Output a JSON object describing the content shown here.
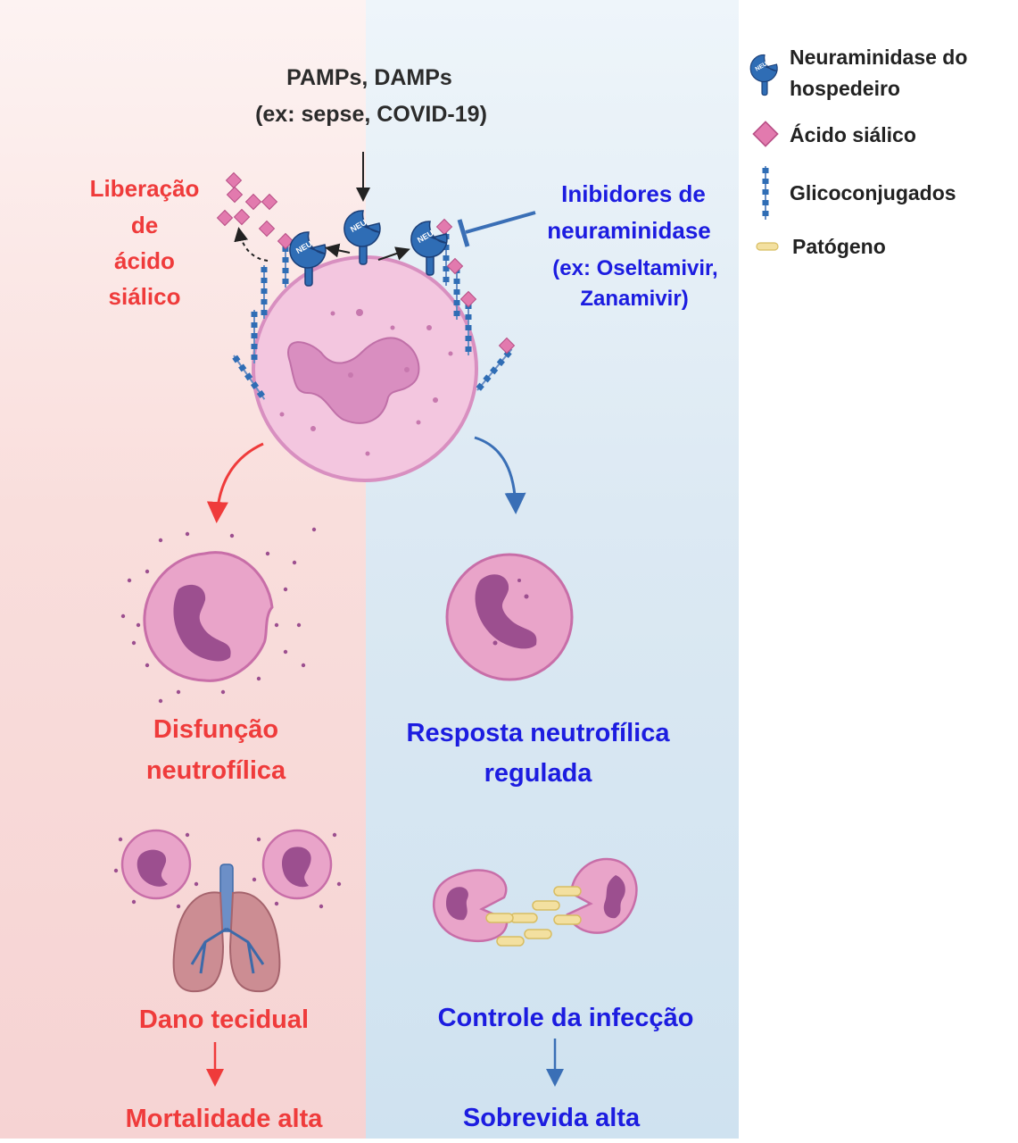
{
  "trigger": {
    "line1": "PAMPs, DAMPs",
    "line2": "(ex: sepse, COVID-19)"
  },
  "release": {
    "line1": "Liberação",
    "line2": "de",
    "line3": "ácido",
    "line4": "siálico"
  },
  "inhibitors": {
    "line1": "Inibidores de",
    "line2": "neuraminidase",
    "line3": "(ex: Oseltamivir,",
    "line4": "Zanamivir)"
  },
  "enzyme_tag": "NEU",
  "left": {
    "outcome1_line1": "Disfunção",
    "outcome1_line2": "neutrofílica",
    "outcome2": "Dano tecidual",
    "outcome3": "Mortalidade alta"
  },
  "right": {
    "outcome1_line1": "Resposta neutrofílica",
    "outcome1_line2": "regulada",
    "outcome2": "Controle da infecção",
    "outcome3": "Sobrevida alta"
  },
  "legend": {
    "neuraminidase_line1": "Neuraminidase do",
    "neuraminidase_line2": "hospedeiro",
    "sialic_acid": "Ácido siálico",
    "glycoconjugates": "Glicoconjugados",
    "pathogen": "Patógeno"
  },
  "colors": {
    "red": "#ef3b3b",
    "blue": "#1c1ce0",
    "enzyme": "#2f6db5",
    "sialic": "#e27aae",
    "cell": "#f3c6df",
    "nucleus": "#a15a98",
    "pathogen": "#f3e0a0"
  }
}
